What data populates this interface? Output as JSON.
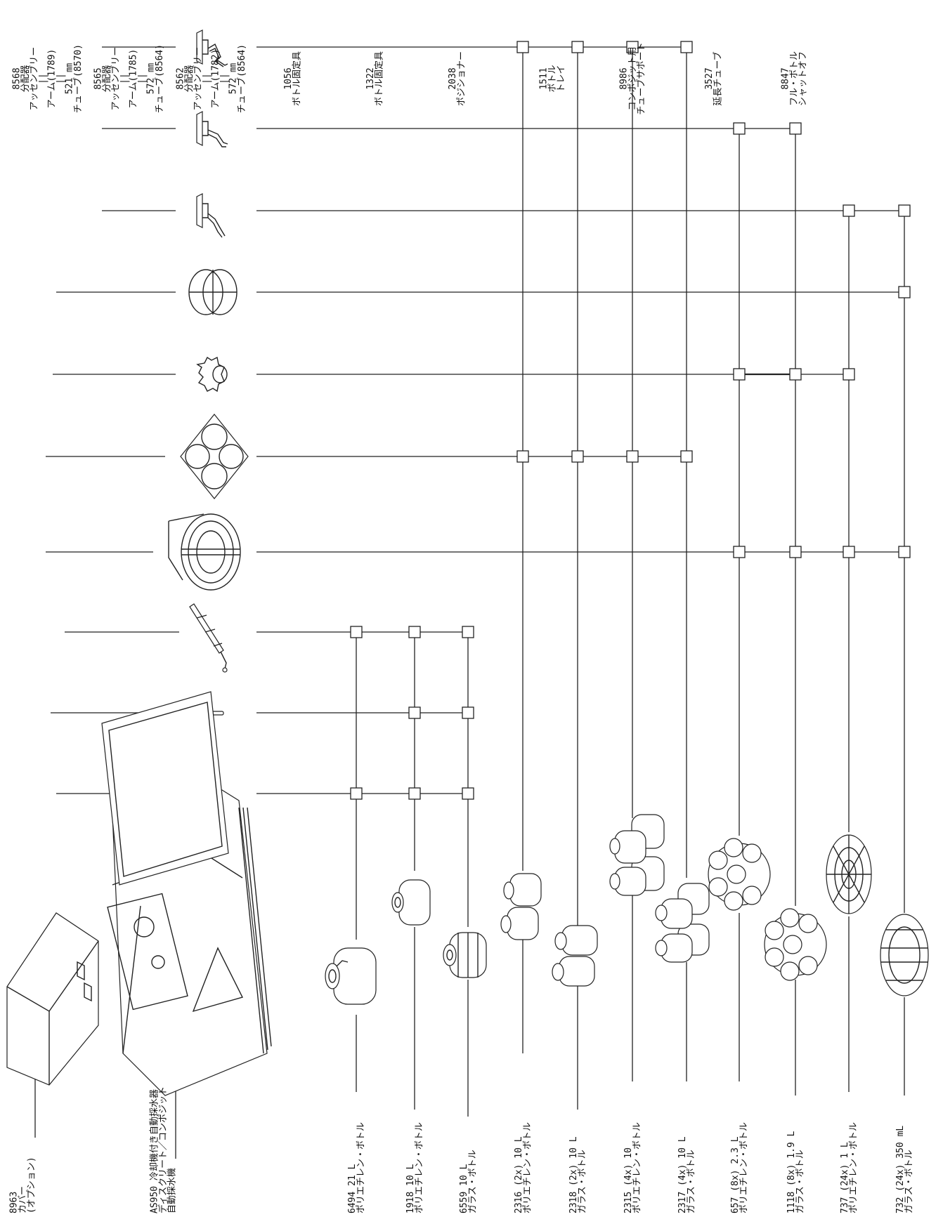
{
  "accessories": [
    {
      "id": "row-8568",
      "lines": [
        "8568",
        "分配器",
        "アッセンブリー",
        "||",
        "アーム(1789)",
        "||",
        "521 ㎜",
        "チューブ(8570)"
      ]
    },
    {
      "id": "row-8565",
      "lines": [
        "8565",
        "分配器",
        "アッセンブリー",
        "||",
        "アーム(1785)",
        "||",
        "572 ㎜",
        "チューブ(8564)"
      ]
    },
    {
      "id": "row-8562",
      "lines": [
        "8562",
        "分配器",
        "アッセンブリー",
        "||",
        "アーム(1782)",
        "||",
        "572 ㎜",
        "チューブ(8564)"
      ]
    },
    {
      "id": "row-1056",
      "lines": [
        "1056",
        "ボトル固定具"
      ]
    },
    {
      "id": "row-1322",
      "lines": [
        "1322",
        "ボトル固定具"
      ]
    },
    {
      "id": "row-2038",
      "lines": [
        "2038",
        "ポジショナー"
      ]
    },
    {
      "id": "row-1511",
      "lines": [
        "1511",
        "ボトル",
        "トレイ"
      ]
    },
    {
      "id": "row-8986",
      "lines": [
        "8986",
        "コンポジット用",
        "チューブサポート"
      ]
    },
    {
      "id": "row-3527",
      "lines": [
        "3527",
        "延長チューブ"
      ]
    },
    {
      "id": "row-8847",
      "lines": [
        "8847",
        "フル・ボトル",
        "シャットオフ"
      ]
    }
  ],
  "main_units": [
    {
      "id": "cover",
      "lines": [
        "8963",
        "カバー",
        "(オプション)"
      ]
    },
    {
      "id": "sampler",
      "lines": [
        "AS950 冷却機付き自動採水器",
        "ディスクリート／コンポジット",
        "自動採水機"
      ]
    }
  ],
  "bottles": [
    {
      "id": "b6494",
      "lines": [
        "6494 21 L",
        "ポリエチレン・ボトル"
      ]
    },
    {
      "id": "b1918",
      "lines": [
        "1918 10 L",
        "ポリエチレン・ボトル"
      ]
    },
    {
      "id": "b6559",
      "lines": [
        "6559 10 L",
        "ガラス・ボトル"
      ]
    },
    {
      "id": "b2316",
      "lines": [
        "2316 (2x) 10 L",
        "ポリエチレン・ボトル"
      ]
    },
    {
      "id": "b2318",
      "lines": [
        "2318 (2x) 10 L",
        "ガラス・ボトル"
      ]
    },
    {
      "id": "b2315",
      "lines": [
        "2315 (4x) 10",
        "ポリエチレン・ボトル"
      ]
    },
    {
      "id": "b2317",
      "lines": [
        "2317 (4x) 10 L",
        "ガラス・ボトル"
      ]
    },
    {
      "id": "b657",
      "lines": [
        "657 (8x) 2.3 L",
        "ポリエチレン・ボトル"
      ]
    },
    {
      "id": "b1118",
      "lines": [
        "1118 (8x) 1.9 L",
        "ガラス・ボトル"
      ]
    },
    {
      "id": "b737",
      "lines": [
        "737 (24x) 1 L",
        "ポリエチレン・ボトル"
      ]
    },
    {
      "id": "b732",
      "lines": [
        "732 (24x) 350 mL",
        "ガラス・ボトル"
      ]
    }
  ],
  "compatibility": {
    "b6494": [
      "row-8986",
      "row-8847"
    ],
    "b1918": [
      "row-8986",
      "row-3527",
      "row-8847"
    ],
    "b6559": [
      "row-8986",
      "row-3527",
      "row-8847"
    ],
    "b2316": [
      "row-8568",
      "row-2038"
    ],
    "b2318": [
      "row-8568",
      "row-2038"
    ],
    "b2315": [
      "row-8568",
      "row-2038"
    ],
    "b2317": [
      "row-8568",
      "row-2038"
    ],
    "b657": [
      "row-8565",
      "row-1322",
      "row-1511"
    ],
    "b1118": [
      "row-8565",
      "row-1322",
      "row-1511"
    ],
    "b737": [
      "row-8562",
      "row-1322",
      "row-1511"
    ],
    "b732": [
      "row-8562",
      "row-1056",
      "row-1511"
    ]
  }
}
